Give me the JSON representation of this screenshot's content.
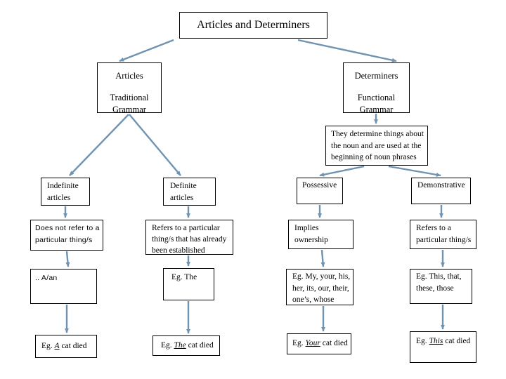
{
  "diagram": {
    "title": "Articles and Determiners",
    "arrow_color": "#6f93b1",
    "box_border_color": "#000000",
    "background_color": "#ffffff",
    "branches": {
      "articles": {
        "heading": "Articles",
        "subheading": "Traditional Grammar"
      },
      "determiners": {
        "heading": "Determiners",
        "subheading": "Functional Grammar",
        "note": "They determine things about the noun and are used at the beginning of noun phrases"
      }
    },
    "columns": {
      "indefinite": {
        "label": "Indefinite articles",
        "description": "Does not refer to a particular thing/s",
        "examples": ".. A/an",
        "sentence": {
          "prefix": "Eg. ",
          "highlight": "A",
          "suffix": " cat died"
        }
      },
      "definite": {
        "label": "Definite articles",
        "description": "Refers to a particular thing/s that has already been established",
        "examples": "Eg. The",
        "sentence": {
          "prefix": "Eg. ",
          "highlight": "The",
          "suffix": " cat died"
        }
      },
      "possessive": {
        "label": "Possessive",
        "description": "Implies ownership",
        "examples": "Eg. My, your, his, her, its, our, their, one’s, whose",
        "sentence": {
          "prefix": "Eg. ",
          "highlight": "Your",
          "suffix": " cat died"
        }
      },
      "demonstrative": {
        "label": "Demonstrative",
        "description": "Refers to a particular thing/s",
        "examples": "Eg. This, that, these, those",
        "sentence": {
          "prefix": "Eg. ",
          "highlight": "This",
          "suffix": " cat died"
        }
      }
    },
    "edges": [
      {
        "from": "title",
        "to": "articles"
      },
      {
        "from": "title",
        "to": "determiners"
      },
      {
        "from": "articles",
        "to": "indefinite-label"
      },
      {
        "from": "articles",
        "to": "definite-label"
      },
      {
        "from": "determiners",
        "to": "determiners-note"
      },
      {
        "from": "determiners-note",
        "to": "possessive-label"
      },
      {
        "from": "determiners-note",
        "to": "demonstrative-label"
      },
      {
        "from": "indefinite-label",
        "to": "indefinite-description"
      },
      {
        "from": "definite-label",
        "to": "definite-description"
      },
      {
        "from": "possessive-label",
        "to": "possessive-description"
      },
      {
        "from": "demonstrative-label",
        "to": "demonstrative-description"
      },
      {
        "from": "indefinite-description",
        "to": "indefinite-examples"
      },
      {
        "from": "definite-description",
        "to": "definite-examples"
      },
      {
        "from": "possessive-description",
        "to": "possessive-examples"
      },
      {
        "from": "demonstrative-description",
        "to": "demonstrative-examples"
      },
      {
        "from": "indefinite-examples",
        "to": "indefinite-sentence"
      },
      {
        "from": "definite-examples",
        "to": "definite-sentence"
      },
      {
        "from": "possessive-examples",
        "to": "possessive-sentence"
      },
      {
        "from": "demonstrative-examples",
        "to": "demonstrative-sentence"
      }
    ]
  }
}
